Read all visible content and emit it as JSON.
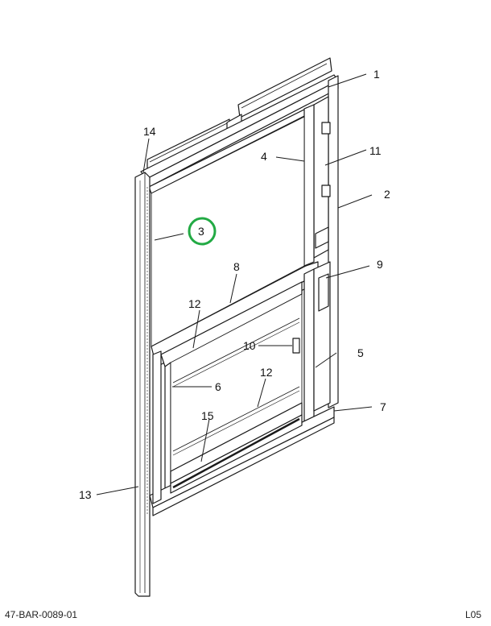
{
  "diagram": {
    "callouts": [
      "1",
      "2",
      "3",
      "4",
      "5",
      "6",
      "7",
      "8",
      "9",
      "10",
      "11",
      "12",
      "12",
      "13",
      "14",
      "15"
    ],
    "highlight_color": "#22aa44"
  },
  "footer": {
    "drawing_id": "47-BAR-0089-01",
    "code": "L05"
  }
}
